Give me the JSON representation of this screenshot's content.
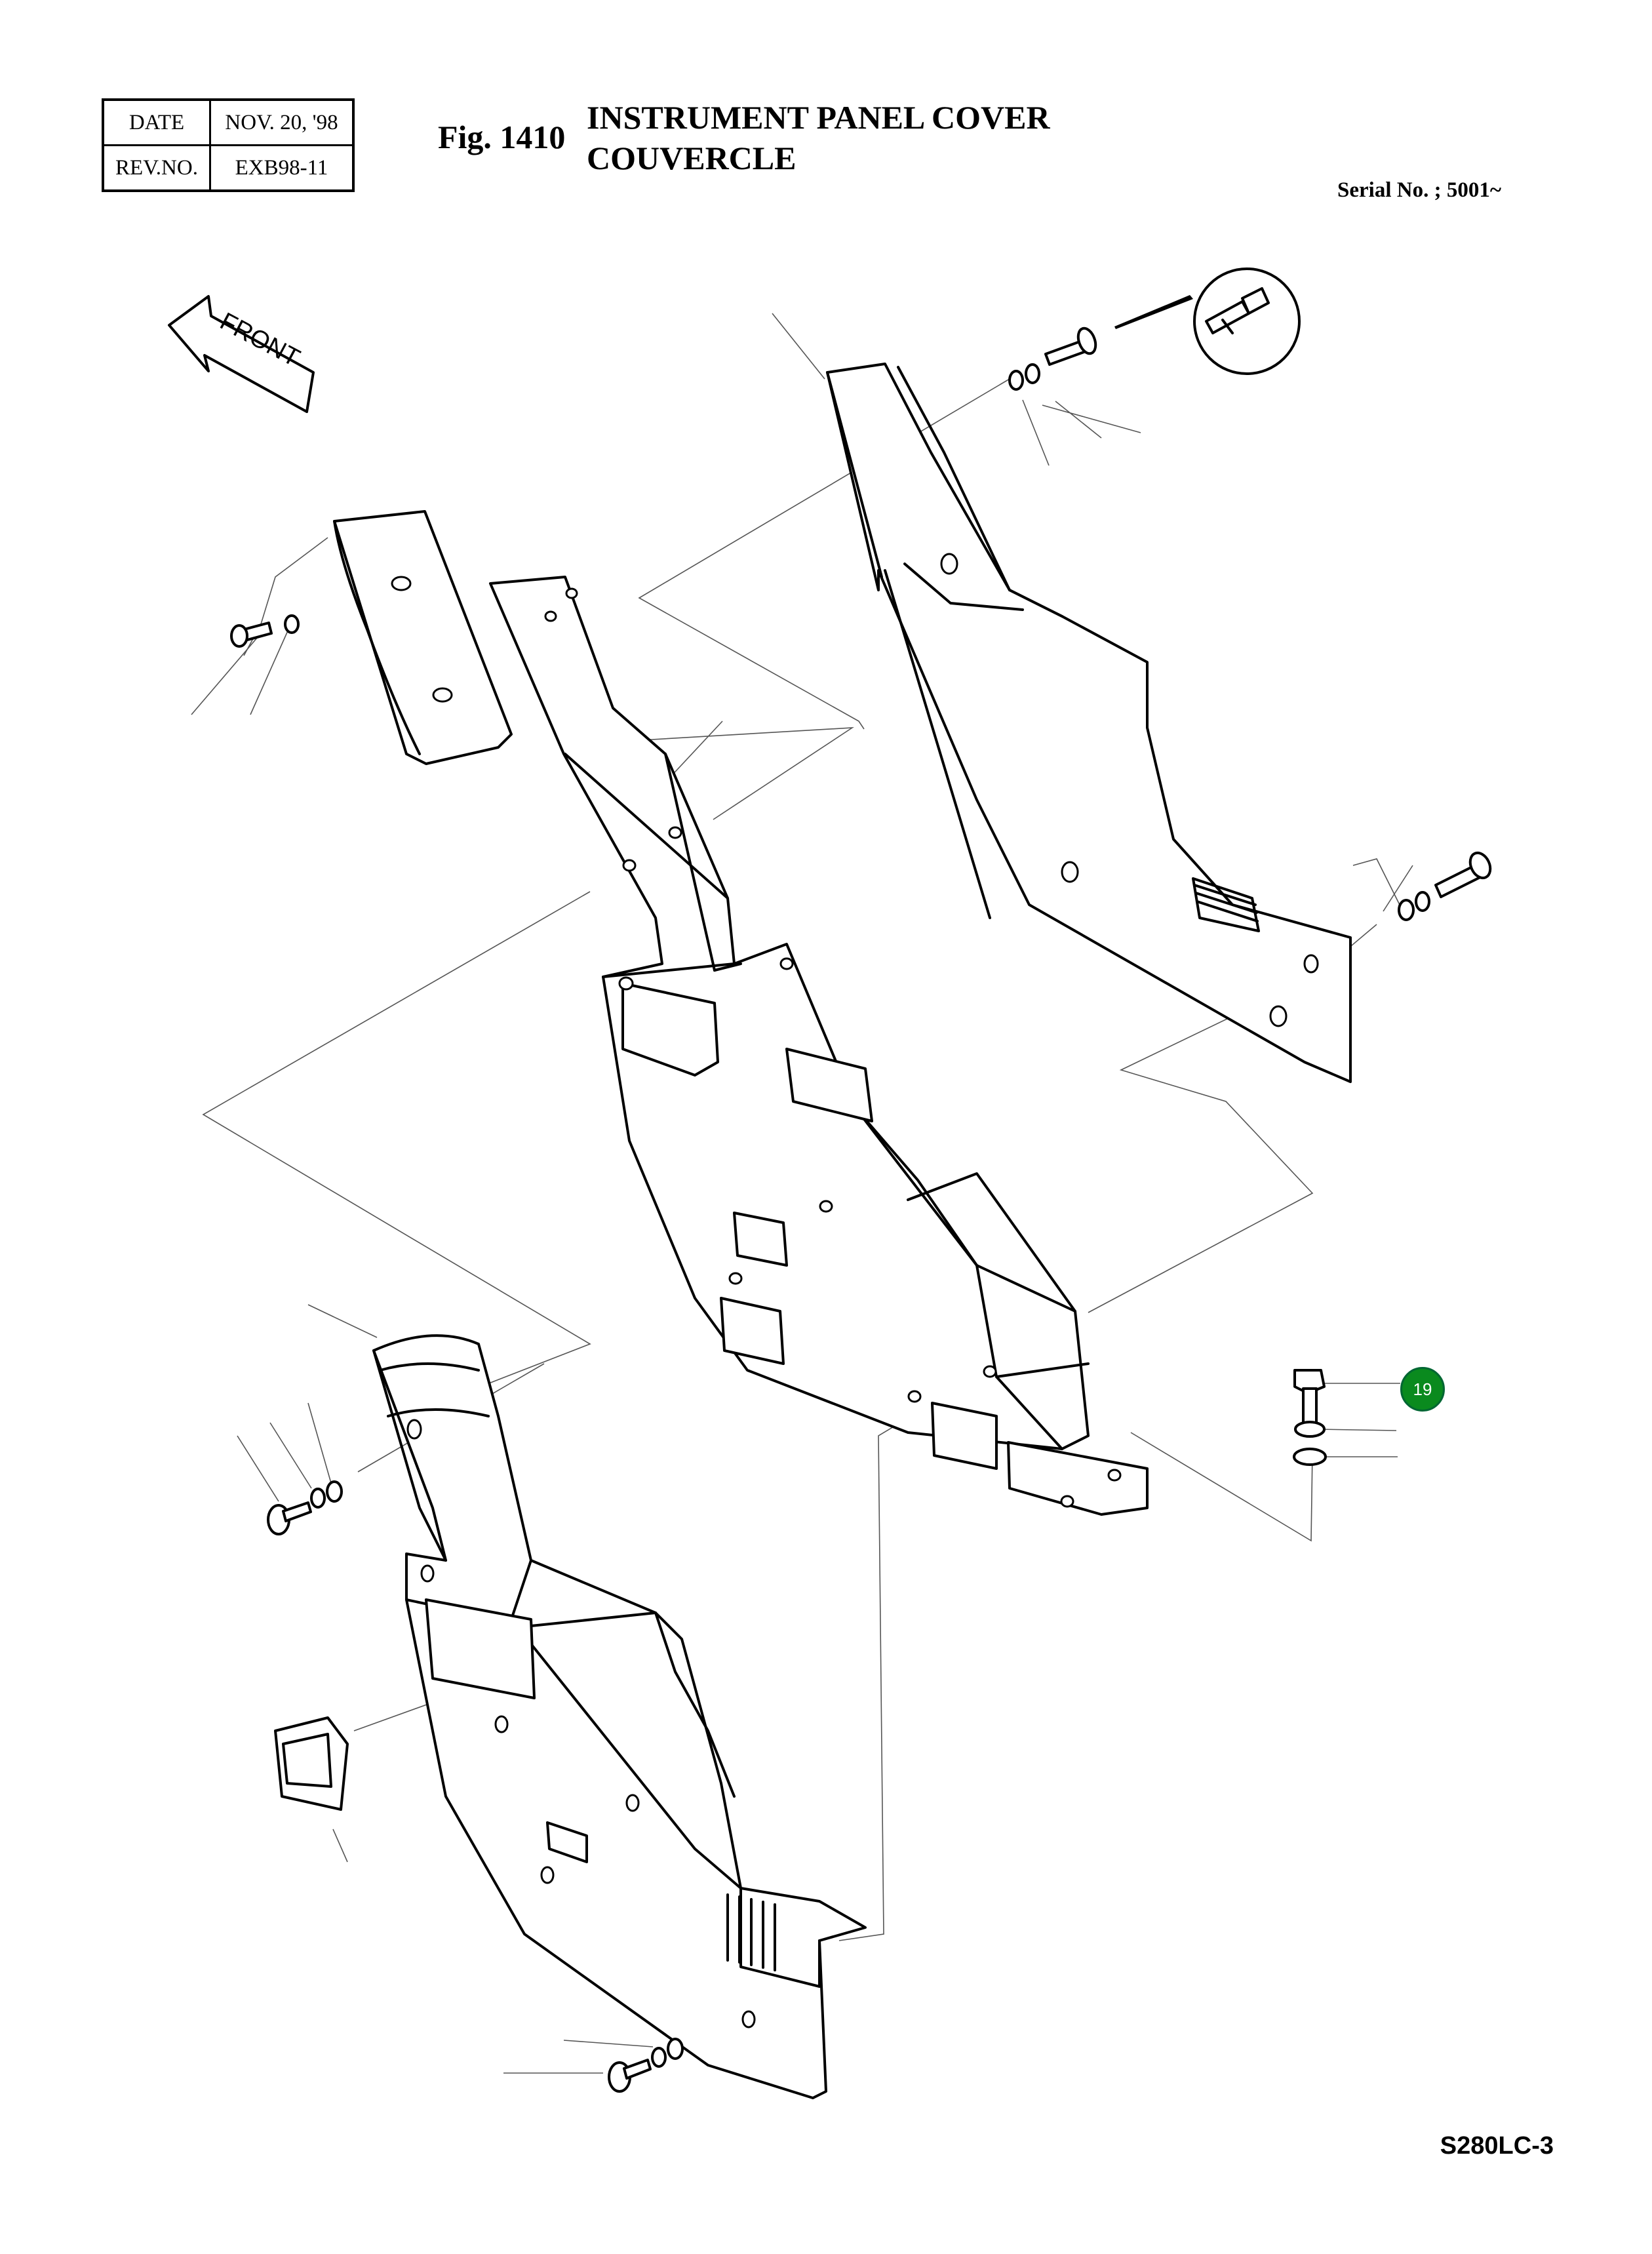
{
  "revision": {
    "date_label": "DATE",
    "date_value": "NOV. 20, '98",
    "rev_label": "REV.NO.",
    "rev_value": "EXB98-11"
  },
  "figure": {
    "number": "Fig. 1410",
    "title_line1": "INSTRUMENT PANEL COVER",
    "title_line2": "COUVERCLE",
    "serial": "Serial No. ; 5001~",
    "model": "S280LC-3"
  },
  "front_arrow": {
    "label": "FRONT"
  },
  "callouts": [
    {
      "number": "19",
      "color": "#0a8a1e"
    }
  ]
}
